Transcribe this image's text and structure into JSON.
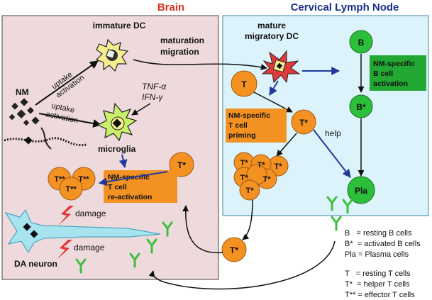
{
  "regions": {
    "brain_title": "Brain",
    "lymph_title": "Cervical Lymph Node"
  },
  "labels": {
    "immature_dc": "immature DC",
    "maturation_1": "maturation",
    "maturation_2": "migration",
    "mature_1": "mature",
    "mature_2": "migratory DC",
    "nm": "NM",
    "uptake_top_1": "uptake",
    "uptake_top_2": "activation",
    "uptake_bottom_1": "uptake",
    "uptake_bottom_2": "activation",
    "tnf": "TNF-α",
    "ifn": "IFN-γ",
    "microglia": "microglia",
    "damage_1": "damage",
    "damage_2": "damage",
    "da_neuron": "DA neuron",
    "help": "help"
  },
  "boxes": {
    "b_cell_activation": [
      "NM-specific",
      "B cell",
      "activation"
    ],
    "t_cell_priming": [
      "NM-specific",
      "T cell",
      "priming"
    ],
    "t_cell_reactivation": [
      "NM-specific",
      "T cell",
      "re-activation"
    ]
  },
  "cells": {
    "b": "B",
    "b_star": "B*",
    "t_lymph": "T",
    "t_star_lymph": "T*",
    "t_star_cluster": "T*",
    "pla": "Pla",
    "t_star_brain": "T*",
    "t_star_bottom": "T*",
    "t_effector": "T**"
  },
  "legend": [
    "B   = resting B cells",
    "B*  = activated B cells",
    "Pla = Plasma cells",
    "T   = resting T cells",
    "T*  = helper T cells",
    "T** = effector T cells"
  ],
  "colors": {
    "brain_bg": "#eed9dc",
    "lymph_bg": "#ddf3fb",
    "brain_title": "#e03020",
    "lymph_title": "#1a2f8a",
    "t_cell": "#f39222",
    "b_cell": "#2bbf3a",
    "box_orange": "#f39222",
    "box_green": "#22a832",
    "arrow_blue": "#1f3a9a",
    "antibody": "#3cc03c",
    "dc_red": "#e23a3a",
    "cell_yellow": "#f4ee8e"
  }
}
